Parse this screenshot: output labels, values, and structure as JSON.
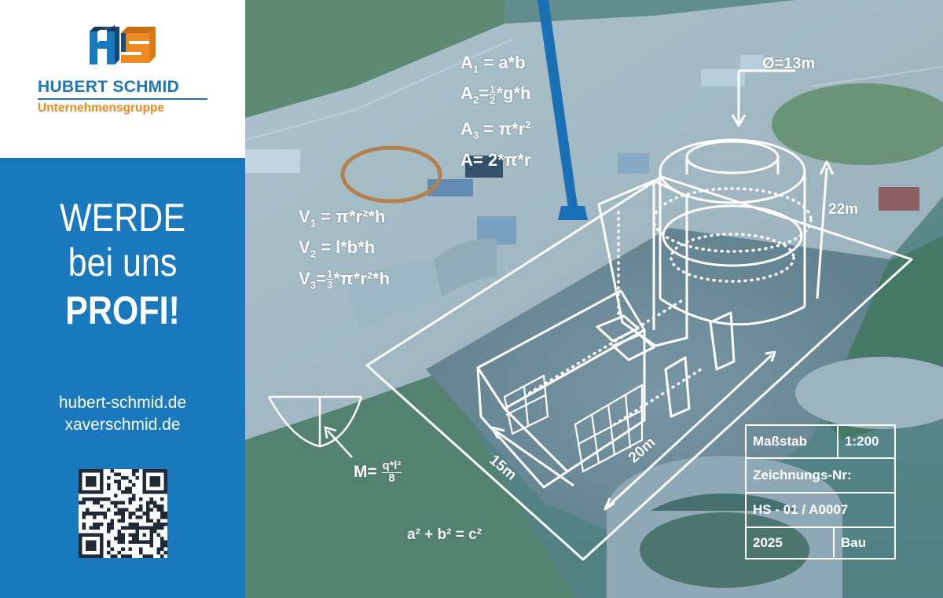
{
  "brand": {
    "name": "HUBERT SCHMID",
    "subtitle": "Unternehmensgruppe",
    "colors": {
      "blue": "#1a78bd",
      "orange": "#ef8a22",
      "dark": "#1f4e79"
    }
  },
  "headline": {
    "line1": "WERDE",
    "line2": "bei uns",
    "line3": "PROFI!"
  },
  "websites": [
    "hubert-schmid.de",
    "xaverschmid.de"
  ],
  "qr_code": {
    "icon": "qr-code-icon"
  },
  "formulas": {
    "area": [
      {
        "sym": "A",
        "sub": "1",
        "expr": "= a*b"
      },
      {
        "sym": "A",
        "sub": "2",
        "expr_pre": "=",
        "frac_num": "1",
        "frac_den": "2",
        "expr": "*g*h"
      },
      {
        "sym": "A",
        "sub": "3",
        "expr": "= π*r",
        "sup": "2"
      },
      {
        "sym": "A",
        "sub": "",
        "expr": "= 2*π*r"
      }
    ],
    "volume": [
      {
        "sym": "V",
        "sub": "1",
        "expr": "= π*r²*h"
      },
      {
        "sym": "V",
        "sub": "2",
        "expr": "= l*b*h"
      },
      {
        "sym": "V",
        "sub": "3",
        "expr_pre": "=",
        "frac_num": "1",
        "frac_den": "3",
        "expr": "*π*r²*h"
      }
    ],
    "moment": {
      "lhs": "M=",
      "num": "q*l²",
      "den": "8"
    },
    "pythagoras": "a² + b² = c²"
  },
  "dimensions": {
    "diameter": "Ø=13m",
    "height": "22m",
    "width": "15m",
    "length": "20m"
  },
  "title_block": {
    "scale_label": "Maßstab",
    "scale_value": "1:200",
    "drawing_no_label": "Zeichnungs-Nr:",
    "drawing_no_value": "HS - 01 / A0007",
    "year": "2025",
    "category": "Bau"
  }
}
